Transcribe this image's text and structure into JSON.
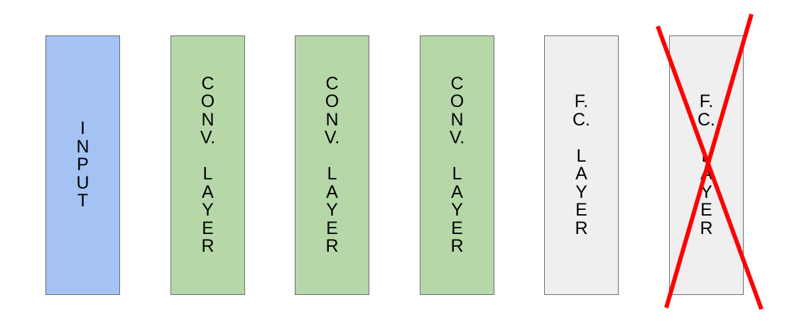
{
  "layers": [
    {
      "key": "input",
      "text": "INPUT",
      "color": "#a4c2f4",
      "crossed": false
    },
    {
      "key": "conv-1",
      "text": "CONV.\n\nLAYER",
      "color": "#b6d7a8",
      "crossed": false
    },
    {
      "key": "conv-2",
      "text": "CONV.\n\nLAYER",
      "color": "#b6d7a8",
      "crossed": false
    },
    {
      "key": "conv-3",
      "text": "CONV.\n\nLAYER",
      "color": "#b6d7a8",
      "crossed": false
    },
    {
      "key": "fc-1",
      "text": "F.\nC.\n\nLAYER",
      "color": "#efefef",
      "crossed": false
    },
    {
      "key": "fc-2",
      "text": "F.\nC.\n\nLAYER",
      "color": "#efefef",
      "crossed": true
    }
  ],
  "cross_color": "#ff0000",
  "border_color": "#6d6d6d"
}
